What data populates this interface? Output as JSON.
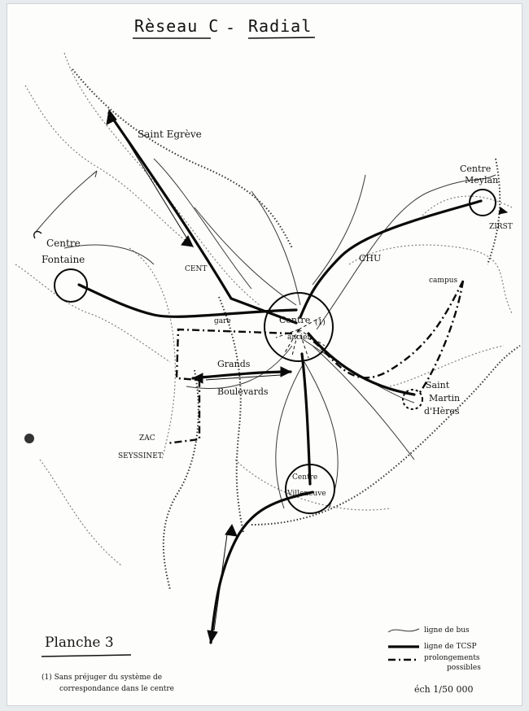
{
  "title": {
    "left": "Rèseau C",
    "dash": "-",
    "right": "Radial"
  },
  "places": {
    "saint_egreve": "Saint Egrève",
    "centre_fontaine_1": "Centre",
    "centre_fontaine_2": "Fontaine",
    "centre_meylan_1": "Centre",
    "centre_meylan_2": "Meylan",
    "zirst": "ZIRST",
    "chu": "CHU",
    "campus": "campus",
    "cent": "CENT",
    "gare": "gare",
    "centre_ancien_1": "Centre",
    "centre_ancien_note": "(1)",
    "centre_ancien_2": "ancien",
    "grands": "Grands",
    "boulevards": "Boulevards",
    "saint_martin_1": "Saint",
    "saint_martin_2": "Martin",
    "saint_martin_3": "d'Hères",
    "zac": "ZAC",
    "seyssinet": "SEYSSINET",
    "centre_villeneuve_1": "Centre",
    "centre_villeneuve_2": "Villeneuve"
  },
  "plate": "Planche 3",
  "footnote": {
    "line1": "(1) Sans préjuger du système de",
    "line2": "correspondance dans le centre"
  },
  "legend": {
    "bus": "ligne de bus",
    "tcsp": "ligne de TCSP",
    "extension_1": "prolongements",
    "extension_2": "possibles"
  },
  "scale": "éch 1/50 000"
}
